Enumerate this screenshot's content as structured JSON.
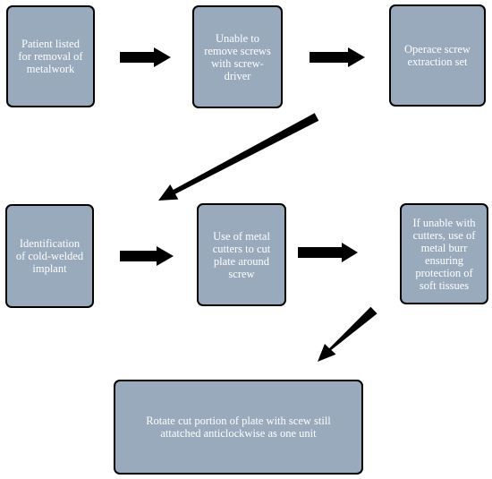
{
  "steps": [
    {
      "id": "b1",
      "text": "Patient listed for removal of metalwork"
    },
    {
      "id": "b2",
      "text": "Unable to remove screws with screw-driver"
    },
    {
      "id": "b3",
      "text": "Operace screw extraction set"
    },
    {
      "id": "b4",
      "text": "Identification of cold-welded implant"
    },
    {
      "id": "b5",
      "text": "Use of metal cutters to cut plate around screw"
    },
    {
      "id": "b6",
      "text": "If unable with cutters, use of metal burr ensuring protection of soft tissues"
    },
    {
      "id": "b7",
      "text": "Rotate cut portion of plate with scew still attatched anticlockwise as one unit"
    }
  ],
  "colors": {
    "box_fill": "#98aabc",
    "box_border": "#000000",
    "box_text": "#ffffff",
    "arrow": "#000000"
  }
}
